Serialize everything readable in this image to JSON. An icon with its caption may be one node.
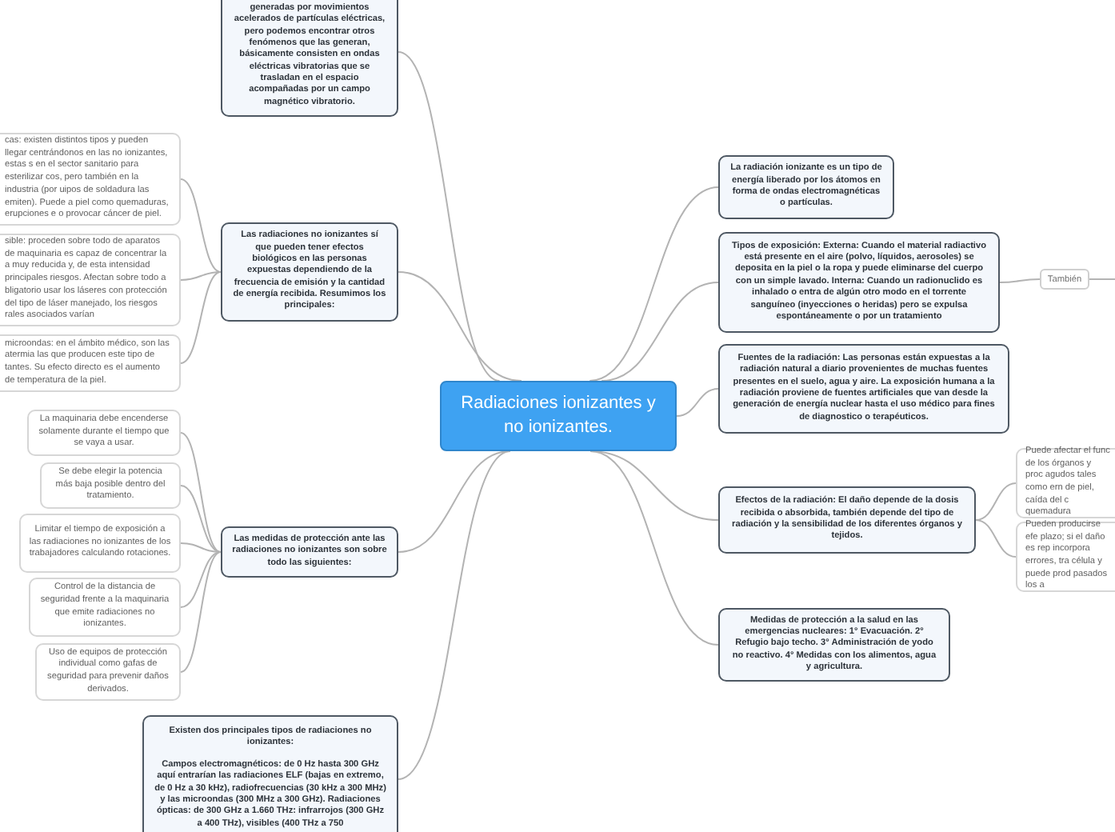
{
  "diagram": {
    "nodes": [
      {
        "text": [
          "Radiaciones ionizantes y no ionizantes."
        ]
      },
      {
        "text": [
          "generadas por movimientos acelerados de partículas eléctricas, pero podemos encontrar otros fenómenos que las generan, básicamente consisten en ondas eléctricas vibratorias que se trasladan en el espacio acompañadas por un campo magnético vibratorio."
        ]
      },
      {
        "text": [
          "Las radiaciones no ionizantes sí que pueden tener efectos biológicos en las personas expuestas dependiendo de la frecuencia de emisión y la cantidad de energía recibida. Resumimos los principales:"
        ]
      },
      {
        "text": [
          "cas: existen distintos tipos y pueden llegar centrándonos en las no ionizantes, estas s en el sector sanitario para esterilizar cos, pero también en la industria (por uipos de soldadura las emiten). Puede a piel como quemaduras, erupciones e o provocar cáncer de piel."
        ]
      },
      {
        "text": [
          "sible: proceden sobre todo de aparatos de maquinaria es capaz de concentrar la a muy reducida y, de esta intensidad principales riesgos. Afectan sobre todo a bligatorio usar los láseres con protección del tipo de láser manejado, los riesgos rales asociados varían"
        ]
      },
      {
        "text": [
          "microondas: en el ámbito médico, son las atermia las que producen este tipo de tantes. Su efecto directo es el aumento de temperatura de la piel."
        ]
      },
      {
        "text": [
          "Las medidas de protección ante las radiaciones no ionizantes son sobre todo las siguientes:"
        ]
      },
      {
        "text": [
          "La maquinaria debe encenderse solamente durante el tiempo que se vaya a usar."
        ]
      },
      {
        "text": [
          "Se debe elegir la potencia más baja posible dentro del tratamiento."
        ]
      },
      {
        "text": [
          "Limitar el tiempo de exposición a las radiaciones no ionizantes de los trabajadores calculando rotaciones."
        ]
      },
      {
        "text": [
          "Control de la distancia de seguridad frente a la maquinaria que emite radiaciones no ionizantes."
        ]
      },
      {
        "text": [
          "Uso de equipos de protección individual como gafas de seguridad para prevenir daños derivados."
        ]
      },
      {
        "text": [
          "Existen dos principales tipos de radiaciones no ionizantes:",
          "Campos electromagnéticos: de 0 Hz hasta 300 GHz aquí entrarían las radiaciones ELF (bajas en extremo, de 0 Hz a 30 kHz), radiofrecuencias (30 kHz a 300 MHz) y las microondas (300 MHz a 300 GHz). Radiaciones ópticas: de 300 GHz a 1.660 THz: infrarrojos (300 GHz a 400 THz), visibles (400 THz a 750"
        ]
      },
      {
        "text": [
          "La radiación ionizante es un tipo de energía liberado por los átomos en forma de ondas electromagnéticas o partículas."
        ]
      },
      {
        "text": [
          "Tipos de exposición: Externa: Cuando el material radiactivo está presente en el aire (polvo, líquidos, aerosoles) se deposita en la piel o la ropa y puede eliminarse del cuerpo con un simple lavado. Interna: Cuando un radionuclido es inhalado o entra de algún otro modo en el torrente sanguíneo (inyecciones o heridas) pero se expulsa espontáneamente o por un tratamiento"
        ]
      },
      {
        "text": [
          "También"
        ]
      },
      {
        "text": [
          "Fuentes de la radiación: Las personas están expuestas a la radiación natural a diario provenientes de muchas fuentes presentes en el suelo, agua y aire. La exposición humana a la radiación proviene de fuentes artificiales que van desde la generación de energía nuclear hasta el uso médico para fines de diagnostico o terapéuticos."
        ]
      },
      {
        "text": [
          "Efectos de la radiación: El daño depende de la dosis recibida o absorbida, también depende del tipo de radiación y la sensibilidad de los diferentes órganos y tejidos."
        ]
      },
      {
        "text": [
          "Puede afectar el func de los órganos y proc agudos tales como ern de piel, caída del c quemadura"
        ]
      },
      {
        "text": [
          "Pueden producirse efe plazo; si el daño es rep incorpora errores, tra célula y puede prod pasados los a"
        ]
      },
      {
        "text": [
          "Medidas de protección a la salud en las emergencias nucleares: 1° Evacuación. 2° Refugio bajo techo. 3° Administración de yodo no reactivo. 4° Medidas con los alimentos, agua y agricultura."
        ]
      }
    ],
    "edges": [
      {
        "from": 0,
        "to": 1,
        "arrow": "none"
      },
      {
        "from": 0,
        "to": 2,
        "arrow": "none"
      },
      {
        "from": 0,
        "to": 6,
        "arrow": "none"
      },
      {
        "from": 0,
        "to": 12,
        "arrow": "none"
      },
      {
        "from": 0,
        "to": 13,
        "arrow": "none"
      },
      {
        "from": 0,
        "to": 14,
        "arrow": "none"
      },
      {
        "from": 0,
        "to": 16,
        "arrow": "none"
      },
      {
        "from": 0,
        "to": 17,
        "arrow": "none"
      },
      {
        "from": 0,
        "to": 20,
        "arrow": "none"
      },
      {
        "from": 2,
        "to": 3,
        "arrow": "none"
      },
      {
        "from": 2,
        "to": 4,
        "arrow": "none"
      },
      {
        "from": 2,
        "to": 5,
        "arrow": "none"
      },
      {
        "from": 6,
        "to": 7,
        "arrow": "none"
      },
      {
        "from": 6,
        "to": 8,
        "arrow": "none"
      },
      {
        "from": 6,
        "to": 9,
        "arrow": "none"
      },
      {
        "from": 6,
        "to": 10,
        "arrow": "none"
      },
      {
        "from": 6,
        "to": 11,
        "arrow": "none"
      },
      {
        "from": 14,
        "to": 15,
        "arrow": "none"
      },
      {
        "from": 15,
        "to": null,
        "arrow": "none"
      },
      {
        "from": 17,
        "to": 18,
        "arrow": "none"
      },
      {
        "from": 17,
        "to": 19,
        "arrow": "none"
      }
    ]
  }
}
